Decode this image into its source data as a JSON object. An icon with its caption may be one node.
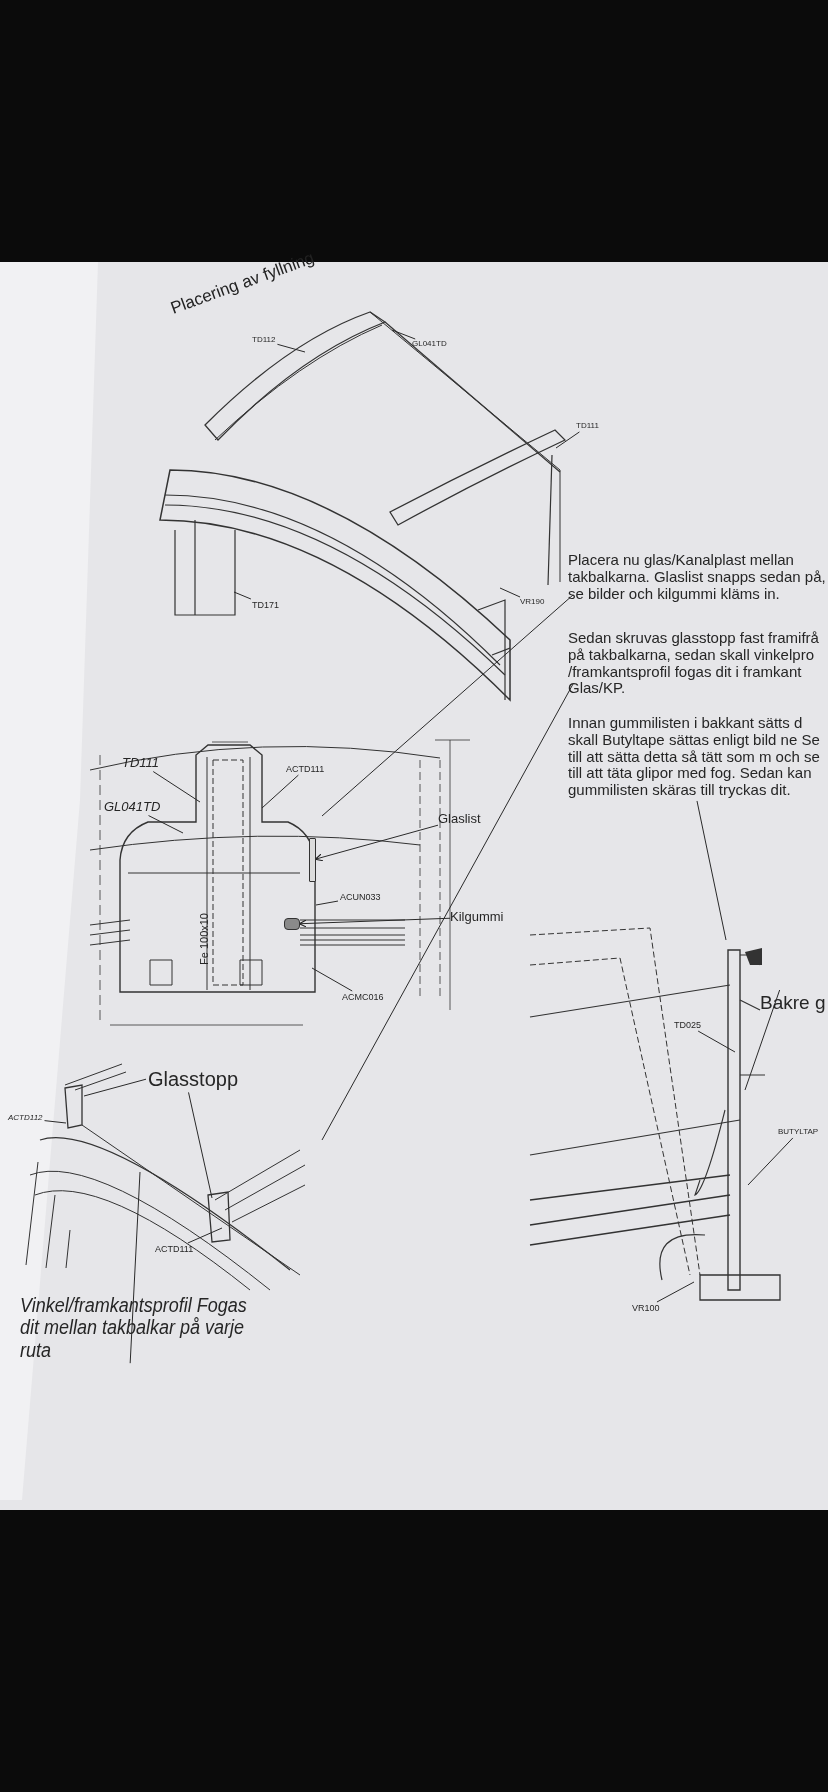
{
  "diagram": {
    "title": "Placering av fyllning",
    "nodes": [
      {
        "text": [
          "Placera nu glas/Kanalplast mellan takbalkarna. Glaslist snapps sedan på, se bilder och kilgummi kläms in."
        ]
      },
      {
        "text": [
          "Sedan skruvas glasstopp fast framifrå på takbalkarna, sedan skall vinkelpro /framkantsprofil fogas dit i framkant Glas/KP."
        ]
      },
      {
        "text": [
          "Innan gummilisten i bakkant sätts d skall Butyltape sättas enligt bild ne Se till att sätta detta så tätt som m och se till att täta glipor med fog. Sedan kan gummilisten skäras till tryckas dit."
        ]
      },
      {
        "text": [
          "Glaslist"
        ]
      },
      {
        "text": [
          "Kilgummi"
        ]
      },
      {
        "text": [
          "Glasstopp"
        ]
      },
      {
        "text": [
          "Vinkel/framkantsprofil Fogas dit mellan takbalkar på varje ruta"
        ]
      },
      {
        "text": [
          "Bakre g"
        ]
      },
      {
        "text": [
          "TD112"
        ]
      },
      {
        "text": [
          "GL041TD"
        ]
      },
      {
        "text": [
          "TD111"
        ]
      },
      {
        "text": [
          "VR190"
        ]
      },
      {
        "text": [
          "TD171"
        ]
      },
      {
        "text": [
          "TD111"
        ]
      },
      {
        "text": [
          "GL041TD"
        ]
      },
      {
        "text": [
          "ACTD111"
        ]
      },
      {
        "text": [
          "ACUN033"
        ]
      },
      {
        "text": [
          "ACMC016"
        ]
      },
      {
        "text": [
          "ACTD112"
        ]
      },
      {
        "text": [
          "ACTD111"
        ]
      },
      {
        "text": [
          "TD025"
        ]
      },
      {
        "text": [
          "BUTYLTAP"
        ]
      },
      {
        "text": [
          "VR100"
        ]
      },
      {
        "text": [],
        "shape": "bar"
      },
      {
        "text": [],
        "shape": "box"
      }
    ],
    "edges": [
      {
        "from": 0,
        "to": null,
        "arrow": "none"
      },
      {
        "from": 1,
        "to": null,
        "arrow": "none"
      },
      {
        "from": 2,
        "to": null,
        "arrow": "none"
      },
      {
        "from": 3,
        "to": 23,
        "arrow": "to"
      },
      {
        "from": 4,
        "to": 24,
        "arrow": "to"
      },
      {
        "from": 5,
        "to": null,
        "arrow": "none"
      },
      {
        "from": 5,
        "to": null,
        "arrow": "none"
      },
      {
        "from": 6,
        "to": null,
        "arrow": "none"
      },
      {
        "from": 7,
        "to": null,
        "arrow": "none"
      },
      {
        "from": 8,
        "to": null,
        "arrow": "none"
      },
      {
        "from": 9,
        "to": null,
        "arrow": "none"
      },
      {
        "from": 10,
        "to": null,
        "arrow": "none"
      },
      {
        "from": 11,
        "to": null,
        "arrow": "none"
      },
      {
        "from": 12,
        "to": null,
        "arrow": "none"
      },
      {
        "from": 13,
        "to": null,
        "arrow": "none"
      },
      {
        "from": 14,
        "to": null,
        "arrow": "none"
      },
      {
        "from": 15,
        "to": null,
        "arrow": "none"
      },
      {
        "from": 16,
        "to": null,
        "arrow": "none"
      },
      {
        "from": 17,
        "to": null,
        "arrow": "none"
      },
      {
        "from": 18,
        "to": null,
        "arrow": "none"
      },
      {
        "from": 19,
        "to": null,
        "arrow": "none"
      },
      {
        "from": 20,
        "to": null,
        "arrow": "none"
      },
      {
        "from": 21,
        "to": null,
        "arrow": "none"
      },
      {
        "from": 22,
        "to": null,
        "arrow": "none"
      }
    ],
    "labels": [
      "Fe 100x10"
    ]
  }
}
